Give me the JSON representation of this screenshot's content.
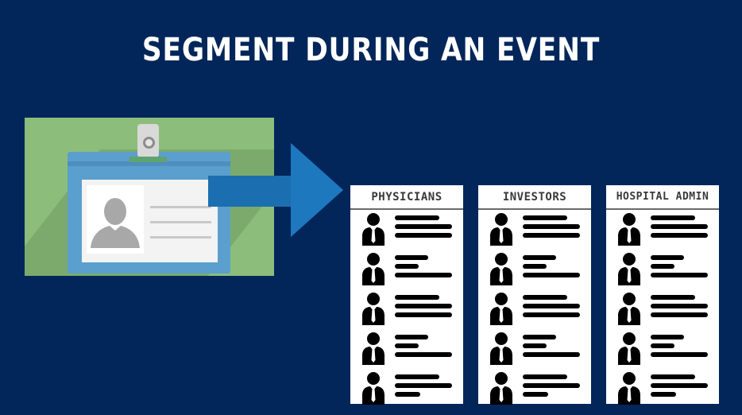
{
  "title": "SEGMENT DURING AN EVENT",
  "columns": [
    {
      "label": "PHYSICIANS"
    },
    {
      "label": "INVESTORS"
    },
    {
      "label": "HOSPITAL ADMIN"
    }
  ],
  "icons": [
    "id-badge-icon",
    "arrow-right-icon",
    "person-icon"
  ],
  "colors": {
    "background": "#02265a",
    "badge_background": "#8dbd7b",
    "badge": "#5a9fce",
    "arrow": "#1b6fb0",
    "column_background": "#ffffff"
  }
}
